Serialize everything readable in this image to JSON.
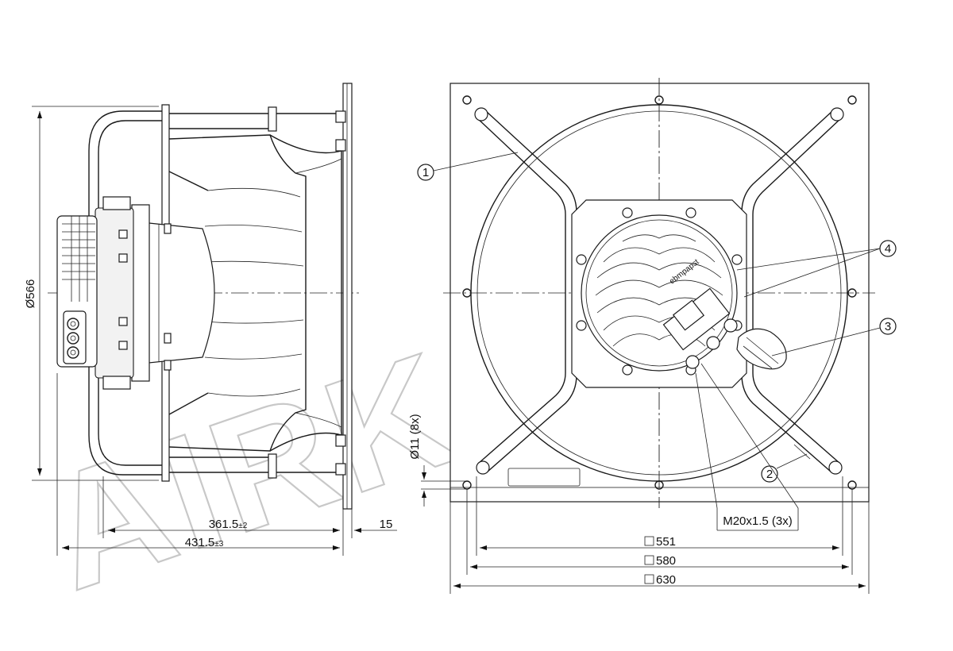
{
  "watermark": "AIRKADA",
  "side_view": {
    "diameter_label": "Ø566",
    "dim_overall": "431.5",
    "dim_overall_tol": "±3",
    "dim_body": "361.5",
    "dim_body_tol": "±2",
    "dim_flange": "15"
  },
  "front_view": {
    "callouts": [
      "1",
      "2",
      "3",
      "4"
    ],
    "cable_gland_label": "M20x1.5 (3x)",
    "hole_label": "Ø11 (8x)",
    "dim_551": "551",
    "dim_580": "580",
    "dim_630": "630",
    "motor_logo": "ebmpapst"
  }
}
